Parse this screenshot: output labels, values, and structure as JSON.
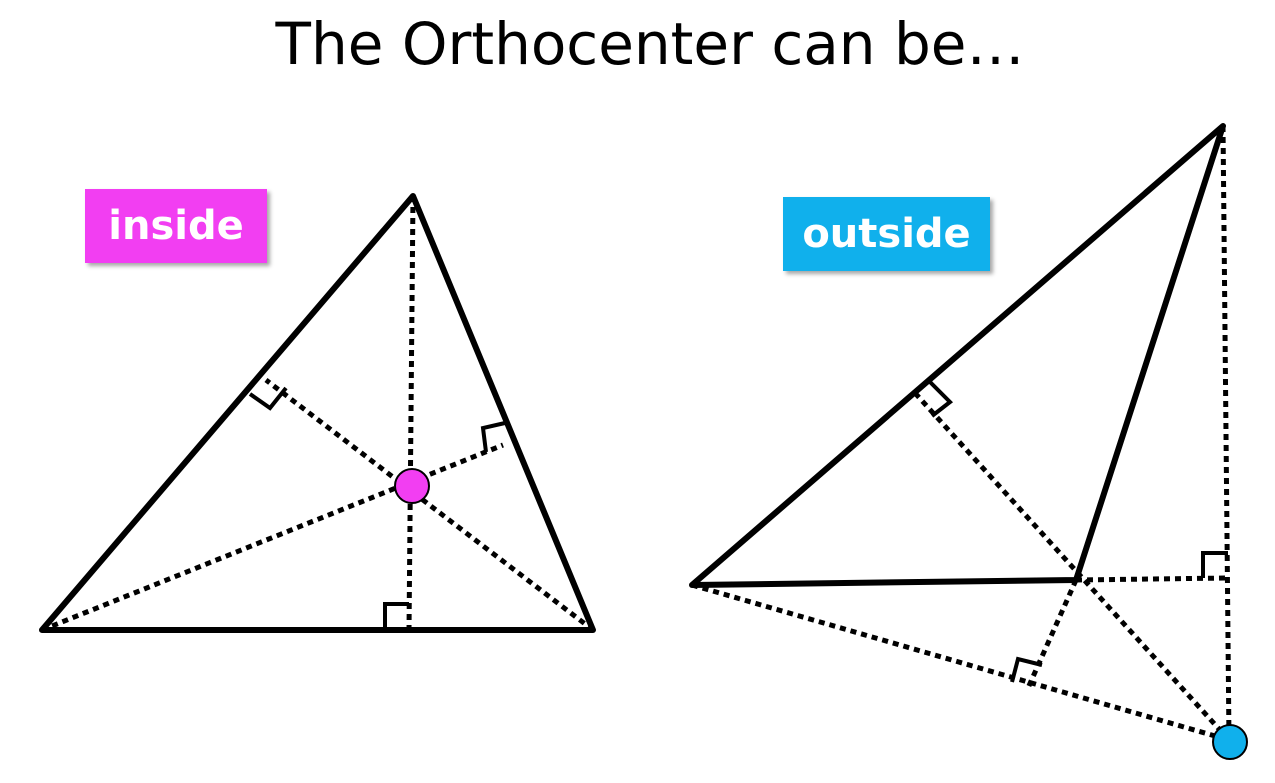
{
  "title": "The Orthocenter can be…",
  "labels": {
    "inside": "inside",
    "outside": "outside"
  },
  "colors": {
    "inside": "#f23ef2",
    "outside": "#10b0ec",
    "line": "#000000"
  }
}
